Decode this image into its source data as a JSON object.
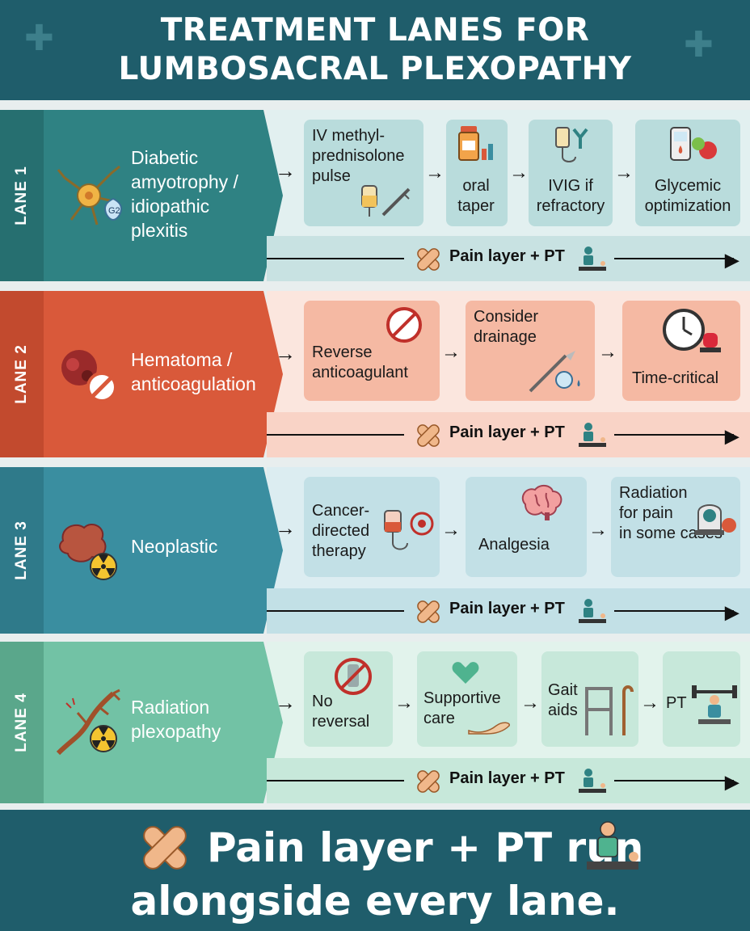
{
  "title_line1": "TREATMENT LANES FOR",
  "title_line2": "LUMBOSACRAL PLEXOPATHY",
  "pain_label": "Pain layer + PT",
  "colors": {
    "header": "#1f5d6b",
    "lane1": "#2f8283",
    "lane1_light": "#d7ecec",
    "lane1_step": "#b9dcdc",
    "lane2": "#d9593a",
    "lane2_light": "#fbe1d8",
    "lane2_step": "#f5b9a3",
    "lane3": "#3a8ea0",
    "lane3_light": "#dbedf0",
    "lane3_step": "#c2e0e6",
    "lane4": "#72c2a5",
    "lane4_light": "#e0f2ea",
    "lane4_step": "#c7e8da"
  },
  "lanes": [
    {
      "tab": "LANE 1",
      "label_lines": [
        "Diabetic",
        "amyotrophy /",
        "idiopathic",
        "plexitis"
      ],
      "steps": [
        {
          "lines": [
            "IV methyl-",
            "prednisolone",
            "pulse"
          ]
        },
        {
          "lines": [
            "oral",
            "taper"
          ]
        },
        {
          "lines": [
            "IVIG if",
            "refractory"
          ]
        },
        {
          "lines": [
            "Glycemic",
            "optimization"
          ]
        }
      ],
      "icons": [
        "neuron-icon",
        "iv-bag-icon",
        "pill-bottle-icon",
        "antibody-icon",
        "glucose-meter-icon"
      ]
    },
    {
      "tab": "LANE 2",
      "label_lines": [
        "Hematoma /",
        "anticoagulation"
      ],
      "steps": [
        {
          "lines": [
            "Reverse",
            "anticoagulant"
          ]
        },
        {
          "lines": [
            "Consider",
            "drainage"
          ]
        },
        {
          "lines": [
            "Time-critical"
          ]
        }
      ],
      "icons": [
        "blood-clot-icon",
        "no-entry-icon",
        "scalpel-icon",
        "clock-icon",
        "alarm-icon"
      ]
    },
    {
      "tab": "LANE 3",
      "label_lines": [
        "Neoplastic"
      ],
      "steps": [
        {
          "lines": [
            "Cancer-",
            "directed",
            "therapy"
          ]
        },
        {
          "lines": [
            "Analgesia"
          ]
        },
        {
          "lines": [
            "Radiation",
            "for pain",
            "in some cases"
          ]
        }
      ],
      "icons": [
        "tumor-icon",
        "radiation-icon",
        "target-icon",
        "brain-icon",
        "scanner-icon"
      ]
    },
    {
      "tab": "LANE 4",
      "label_lines": [
        "Radiation",
        "plexopathy"
      ],
      "steps": [
        {
          "lines": [
            "No",
            "reversal"
          ]
        },
        {
          "lines": [
            "Supportive",
            "care"
          ]
        },
        {
          "lines": [
            "Gait",
            "aids"
          ]
        },
        {
          "lines": [
            "PT"
          ]
        }
      ],
      "icons": [
        "damaged-nerve-icon",
        "radiation-icon",
        "heart-hand-icon",
        "walker-icon",
        "exercise-icon"
      ]
    }
  ],
  "footer_line1": "Pain layer + PT run",
  "footer_line2": "alongside every lane."
}
